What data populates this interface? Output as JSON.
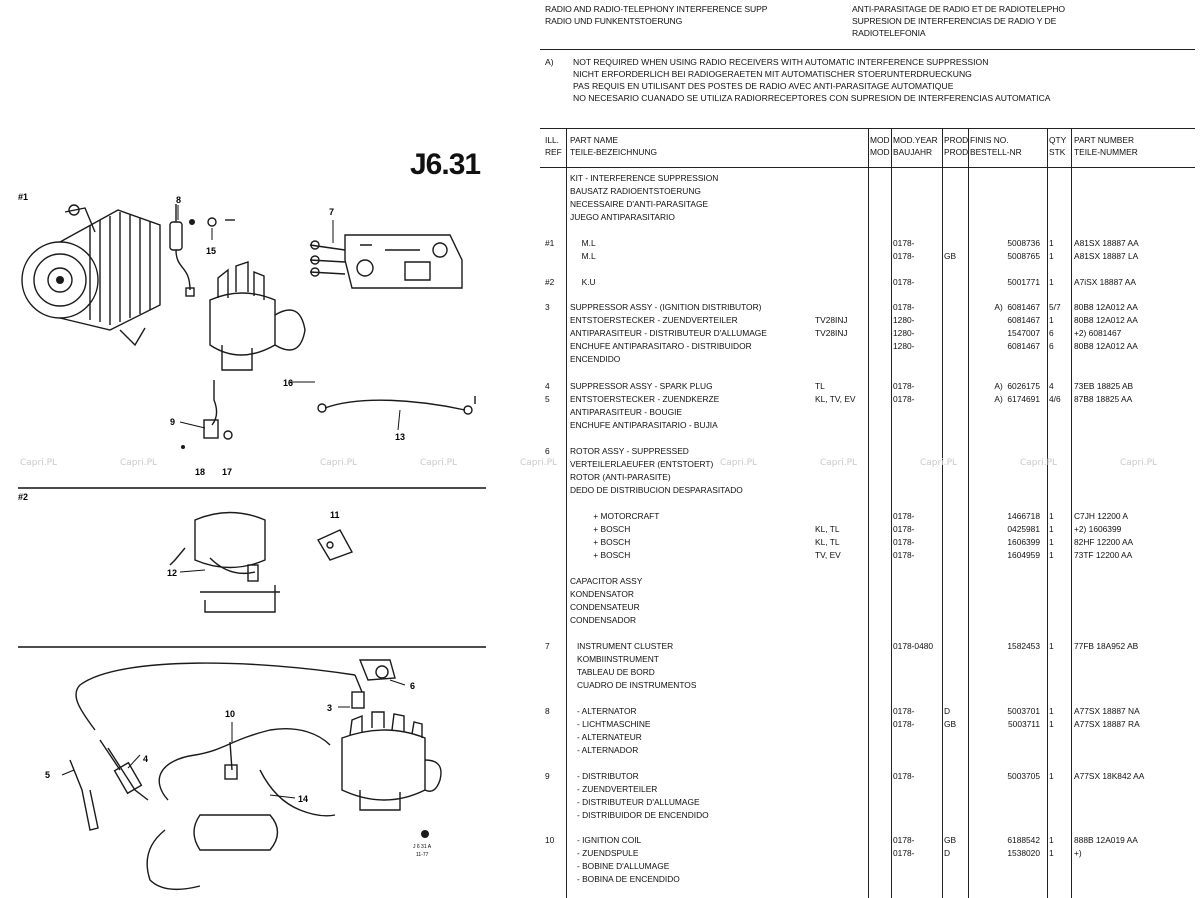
{
  "header": {
    "line1_left": "RADIO AND RADIO-TELEPHONY INTERFERENCE SUPP",
    "line2_left": "RADIO UND FUNKENTSTOERUNG",
    "line1_right": "ANTI-PARASITAGE DE RADIO ET DE RADIOTELEPHO",
    "line2_right": "SUPRESION DE INTERFERENCIAS DE RADIO Y DE",
    "line3_right": "RADIOTELEFONIA"
  },
  "note": {
    "marker": "A)",
    "lines": [
      "NOT REQUIRED WHEN USING RADIO RECEIVERS WITH AUTOMATIC INTERFERENCE SUPPRESSION",
      "NICHT ERFORDERLICH BEI RADIOGERAETEN MIT AUTOMATISCHER STOERUNTERDRUECKUNG",
      "PAS REQUIS EN UTILISANT DES POSTES DE RADIO AVEC ANTI-PARASITAGE AUTOMATIQUE",
      "NO NECESARIO CUANADO SE UTILIZA RADIORRECEPTORES CON SUPRESION DE INTERFERENCIAS AUTOMATICA"
    ]
  },
  "page_code": "J6.31",
  "figure": {
    "section_labels": [
      "#1",
      "#2"
    ],
    "part_labels": [
      "8",
      "15",
      "7",
      "16",
      "9",
      "18",
      "17",
      "13",
      "11",
      "12",
      "10",
      "3",
      "6",
      "4",
      "5",
      "14"
    ],
    "corner_code": "J 6 31 A",
    "corner_date": "11-77"
  },
  "watermark": {
    "text": "Capri",
    "suffix": ".PL"
  },
  "table": {
    "headers": {
      "ill_ref": [
        "ILL.",
        "REF"
      ],
      "part_name": [
        "PART NAME",
        "TEILE-BEZEICHNUNG"
      ],
      "mod": [
        "MOD",
        "MOD"
      ],
      "mod_year": [
        "MOD.YEAR",
        "BAUJAHR"
      ],
      "prod": [
        "PROD",
        "PROD"
      ],
      "finis": [
        "FINIS NO.",
        "BESTELL-NR"
      ],
      "qty": [
        "QTY",
        "STK"
      ],
      "part_number": [
        "PART NUMBER",
        "TEILE-NUMMER"
      ]
    },
    "rows": [
      {
        "ref": "",
        "name": [
          "KIT - INTERFERENCE SUPPRESSION",
          "BAUSATZ RADIOENTSTOERUNG",
          "NECESSAIRE D'ANTI-PARASITAGE",
          "JUEGO ANTIPARASITARIO"
        ],
        "mod": [],
        "year": [],
        "prod": [],
        "finis": [],
        "qty": [],
        "pn": []
      },
      {
        "ref": "#1",
        "name": [
          "     M.L",
          "     M.L"
        ],
        "mod": [],
        "year": [
          "0178-",
          "0178-"
        ],
        "prod": [
          "",
          "GB"
        ],
        "finis": [
          "5008736",
          "5008765"
        ],
        "qty": [
          "1",
          "1"
        ],
        "pn": [
          "A81SX 18887 AA",
          "A81SX 18887 LA"
        ]
      },
      {
        "ref": "#2",
        "name": [
          "     K.U"
        ],
        "mod": [],
        "year": [
          "0178-"
        ],
        "prod": [],
        "finis": [
          "5001771"
        ],
        "qty": [
          "1"
        ],
        "pn": [
          "A7iSX 18887 AA"
        ]
      },
      {
        "ref": "3",
        "name": [
          "SUPPRESSOR ASSY - (IGNITION DISTRIBUTOR)",
          "ENTSTOERSTECKER - ZUENDVERTEILER",
          "ANTIPARASITEUR - DISTRIBUTEUR D'ALLUMAGE",
          "ENCHUFE ANTIPARASITARO - DISTRIBUIDOR",
          "ENCENDIDO"
        ],
        "mod": [
          "",
          "TV28INJ",
          "TV28INJ"
        ],
        "year": [
          "0178-",
          "1280-",
          "1280-",
          "1280-"
        ],
        "prod": [],
        "finis": [
          "A)  6081467",
          "6081467",
          "1547007",
          "6081467"
        ],
        "qty": [
          "5/7",
          "1",
          "6",
          "6"
        ],
        "pn": [
          "80B8 12A012 AA",
          "80B8 12A012 AA",
          "+2) 6081467",
          "80B8 12A012 AA"
        ]
      },
      {
        "ref": "4\n5",
        "name": [
          "SUPPRESSOR ASSY - SPARK PLUG",
          "ENTSTOERSTECKER - ZUENDKERZE",
          "ANTIPARASITEUR - BOUGIE",
          "ENCHUFE ANTIPARASITARIO - BUJIA"
        ],
        "mod": [
          "TL",
          "KL, TV, EV"
        ],
        "year": [
          "0178-",
          "0178-"
        ],
        "prod": [],
        "finis": [
          "A)  6026175",
          "A)  6174691"
        ],
        "qty": [
          "4",
          "4/6"
        ],
        "pn": [
          "73EB 18825 AB",
          "87B8 18825 AA"
        ]
      },
      {
        "ref": "6",
        "name": [
          "ROTOR ASSY - SUPPRESSED",
          "VERTEILERLAEUFER (ENTSTOERT)",
          "ROTOR (ANTI-PARASITE)",
          "DEDO DE DISTRIBUCION DESPARASITADO"
        ],
        "mod": [],
        "year": [],
        "prod": [],
        "finis": [],
        "qty": [],
        "pn": []
      },
      {
        "ref": "",
        "name": [
          "          + MOTORCRAFT",
          "          + BOSCH",
          "          + BOSCH",
          "          + BOSCH"
        ],
        "mod": [
          "",
          "KL, TL",
          "KL, TL",
          "TV, EV"
        ],
        "year": [
          "0178-",
          "0178-",
          "0178-",
          "0178-"
        ],
        "prod": [],
        "finis": [
          "1466718",
          "0425981",
          "1606399",
          "1604959"
        ],
        "qty": [
          "1",
          "1",
          "1",
          "1"
        ],
        "pn": [
          "C7JH 12200 A",
          "+2) 1606399",
          "82HF 12200 AA",
          "73TF 12200 AA"
        ]
      },
      {
        "ref": "",
        "name": [
          "CAPACITOR ASSY",
          "KONDENSATOR",
          "CONDENSATEUR",
          "CONDENSADOR"
        ],
        "mod": [],
        "year": [],
        "prod": [],
        "finis": [],
        "qty": [],
        "pn": []
      },
      {
        "ref": "7",
        "name": [
          "   INSTRUMENT CLUSTER",
          "   KOMBIINSTRUMENT",
          "   TABLEAU DE BORD",
          "   CUADRO DE INSTRUMENTOS"
        ],
        "mod": [],
        "year": [
          "0178-0480"
        ],
        "prod": [],
        "finis": [
          "1582453"
        ],
        "qty": [
          "1"
        ],
        "pn": [
          "77FB 18A952 AB"
        ]
      },
      {
        "ref": "8",
        "name": [
          "   - ALTERNATOR",
          "   - LICHTMASCHINE",
          "   - ALTERNATEUR",
          "   - ALTERNADOR"
        ],
        "mod": [],
        "year": [
          "0178-",
          "0178-"
        ],
        "prod": [
          "D",
          "GB"
        ],
        "finis": [
          "5003701",
          "5003711"
        ],
        "qty": [
          "1",
          "1"
        ],
        "pn": [
          "A77SX 18887 NA",
          "A77SX 18887 RA"
        ]
      },
      {
        "ref": "9",
        "name": [
          "   - DISTRIBUTOR",
          "   - ZUENDVERTEILER",
          "   - DISTRIBUTEUR D'ALLUMAGE",
          "   - DISTRIBUIDOR DE ENCENDIDO"
        ],
        "mod": [],
        "year": [
          "0178-"
        ],
        "prod": [],
        "finis": [
          "5003705"
        ],
        "qty": [
          "1"
        ],
        "pn": [
          "A77SX 18K842 AA"
        ]
      },
      {
        "ref": "10",
        "name": [
          "   - IGNITION COIL",
          "   - ZUENDSPULE",
          "   - BOBINE D'ALLUMAGE",
          "   - BOBINA DE ENCENDIDO"
        ],
        "mod": [],
        "year": [
          "0178-",
          "0178-"
        ],
        "prod": [
          "GB",
          "D"
        ],
        "finis": [
          "6188542",
          "1538020"
        ],
        "qty": [
          "1",
          "1"
        ],
        "pn": [
          "888B 12A019 AA",
          "+)"
        ]
      }
    ]
  }
}
